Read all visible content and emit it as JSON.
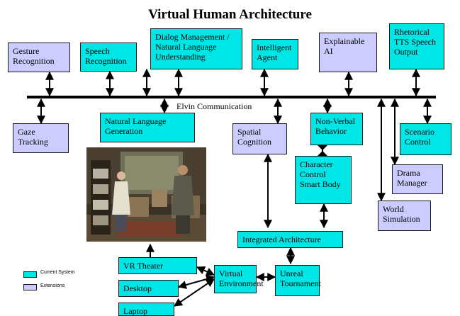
{
  "title": "Virtual Human Architecture",
  "bus_label": "Elvin Communication",
  "colors": {
    "current": "#00e5e5",
    "extension": "#ccccff",
    "line": "#000000"
  },
  "boxes": {
    "gesture": "Gesture\nRecognition",
    "speech": "Speech\nRecognition",
    "dialog": "Dialog Management /\nNatural Language\nUnderstanding",
    "agent": "Intelligent\nAgent",
    "xai": "Explainable\nAI",
    "tts": "Rhetorical\nTTS Speech\nOutput",
    "gaze": "Gaze\nTracking",
    "nlg": "Natural Language\nGeneration",
    "spatial": "Spatial\nCognition",
    "nonverbal": "Non-Verbal\nBehavior",
    "scenario": "Scenario\nControl",
    "character": "Character\nControl\nSmart Body",
    "drama": "Drama\nManager",
    "world": "World\nSimulation",
    "integrated": "Integrated Architecture",
    "vrtheater": "VR Theater",
    "desktop": "Desktop",
    "laptop": "Laptop",
    "virtualenv": "Virtual\nEnvironment",
    "unreal": "Unreal\nTournament"
  },
  "legend": {
    "current": "Current System",
    "extensions": "Extensions"
  }
}
